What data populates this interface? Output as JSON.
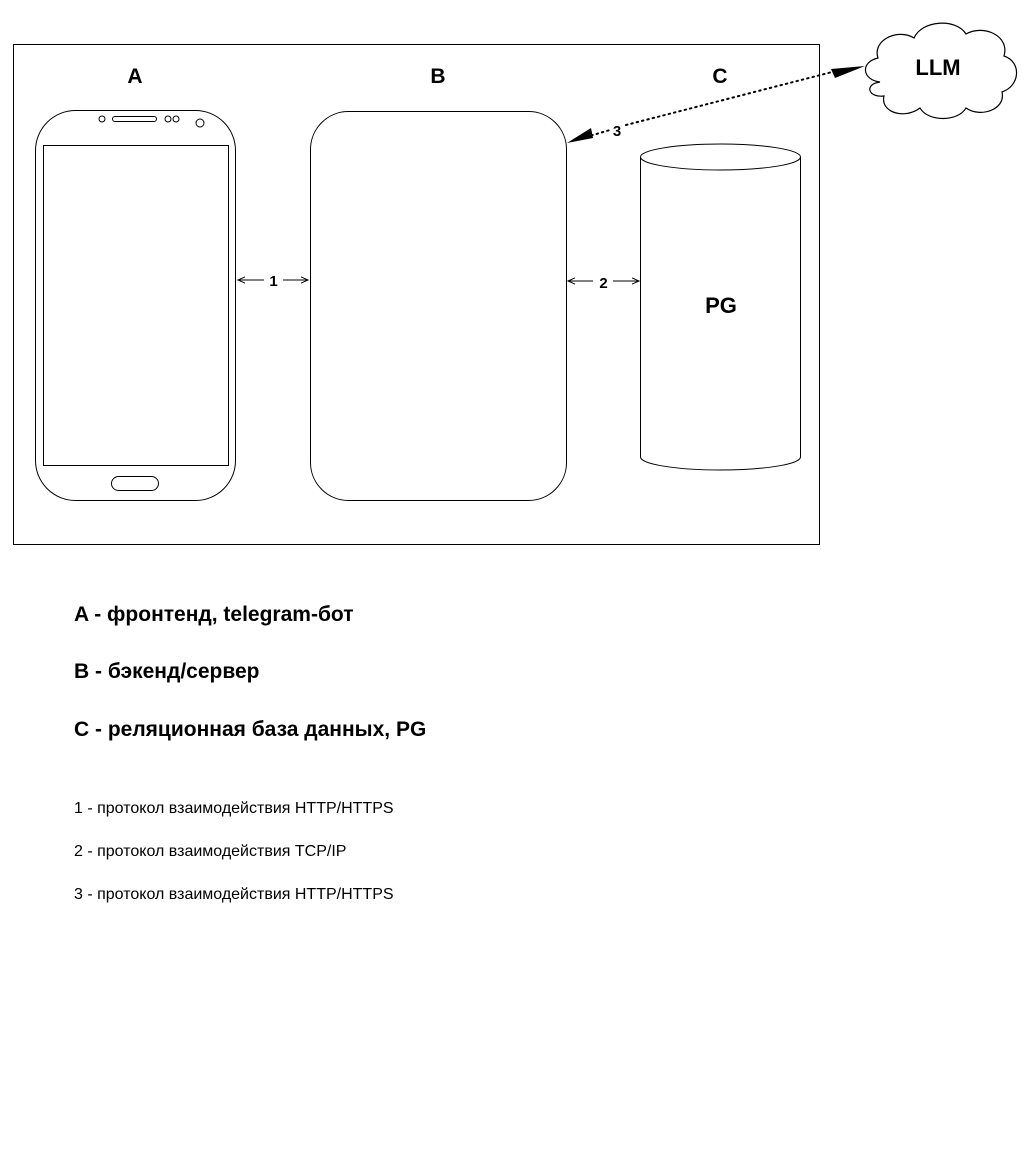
{
  "diagram": {
    "labels": {
      "a": "A",
      "b": "B",
      "c": "C"
    },
    "database_label": "PG",
    "cloud_label": "LLM",
    "connections": {
      "c1": "1",
      "c2": "2",
      "c3": "3"
    }
  },
  "legend": {
    "components": [
      "A - фронтенд, telegram-бот",
      "B - бэкенд/сервер",
      "C - реляционная база данных, PG"
    ],
    "protocols": [
      "1 - протокол взаимодействия HTTP/HTTPS",
      "2 - протокол взаимодействия TCP/IP",
      "3 - протокол взаимодействия HTTP/HTTPS"
    ]
  }
}
